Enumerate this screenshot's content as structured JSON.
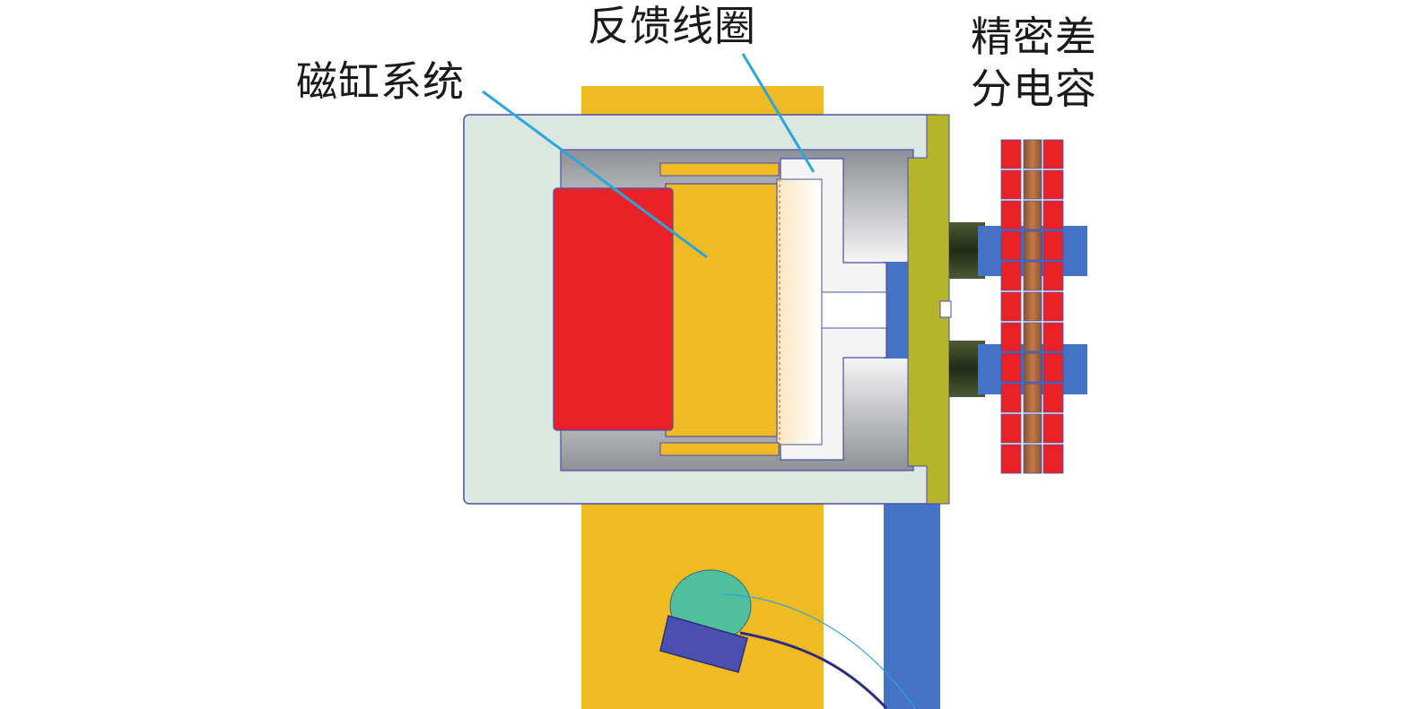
{
  "labels": {
    "magnet_system": "磁缸系统",
    "feedback_coil": "反馈线圈",
    "capacitor_line1": "精密差",
    "capacitor_line2": "分电容"
  },
  "colors": {
    "housing": "#dbe7e1",
    "housing_border": "#4b4fa8",
    "gold": "#f0bb22",
    "red": "#ea2228",
    "blue": "#4472c4",
    "olive": "#b6b428",
    "dark_olive": "#343f26",
    "copper": "#a9673c",
    "teal": "#4fbf9c",
    "indigo": "#4b4fb0",
    "leader_line": "#2aa6d8"
  }
}
